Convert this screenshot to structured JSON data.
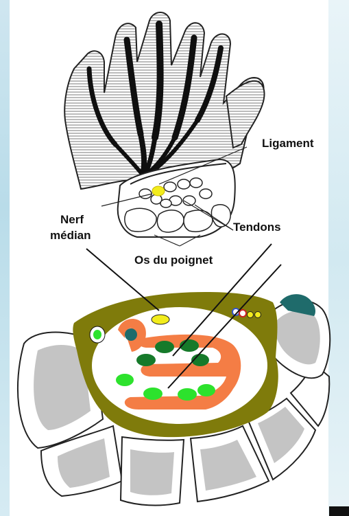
{
  "labels": {
    "ligament": "Ligament",
    "nerf": "Nerf",
    "median": "médian",
    "tendons": "Tendons",
    "os_du_poignet": "Os du poignet"
  },
  "colors": {
    "sheath": "#7f7b0b",
    "tendon_dark": "#167a2a",
    "tendon_light": "#2de22d",
    "synovial": "#f47d45",
    "nerve": "#f2ec1c",
    "bone": "#c4c4c4",
    "teal": "#1f6b6b",
    "background_tint": "#cfe6f0"
  }
}
